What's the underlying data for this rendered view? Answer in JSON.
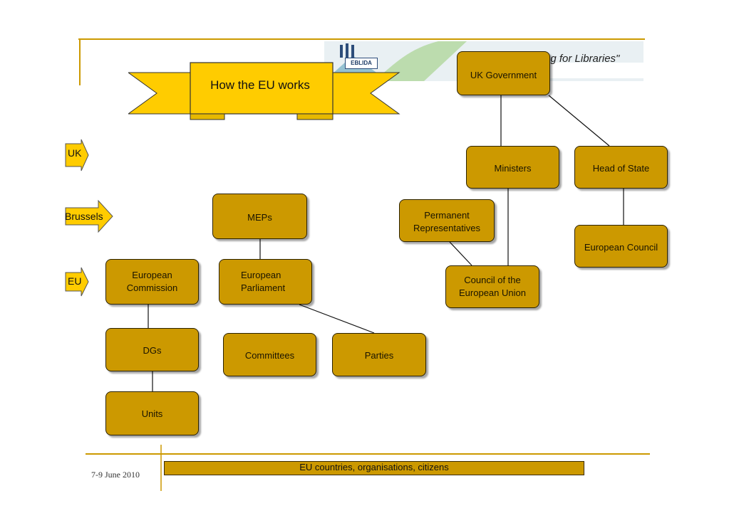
{
  "banner": {
    "title": "How the EU works"
  },
  "header": {
    "logo_text": "EBLIDA",
    "promo_text": "ng for Libraries\""
  },
  "row_labels": {
    "uk": "UK",
    "brussels": "Brussels",
    "eu": "EU"
  },
  "boxes": {
    "uk_government": "UK Government",
    "ministers": "Ministers",
    "head_of_state": "Head of State",
    "meps": "MEPs",
    "permanent_representatives": [
      "Permanent",
      "Representatives"
    ],
    "european_council": "European Council",
    "european_commission": [
      "European",
      "Commission"
    ],
    "european_parliament": [
      "European",
      "Parliament"
    ],
    "council_of_eu": [
      "Council of the",
      "European Union"
    ],
    "dgs": "DGs",
    "committees": "Committees",
    "parties": "Parties",
    "units": "Units"
  },
  "footer": {
    "date": "7-9 June 2010",
    "bar_text": "EU countries, organisations, citizens"
  },
  "colors": {
    "box_fill": "#cc9900",
    "banner_fill": "#ffcc00",
    "rule": "#cc9900"
  }
}
